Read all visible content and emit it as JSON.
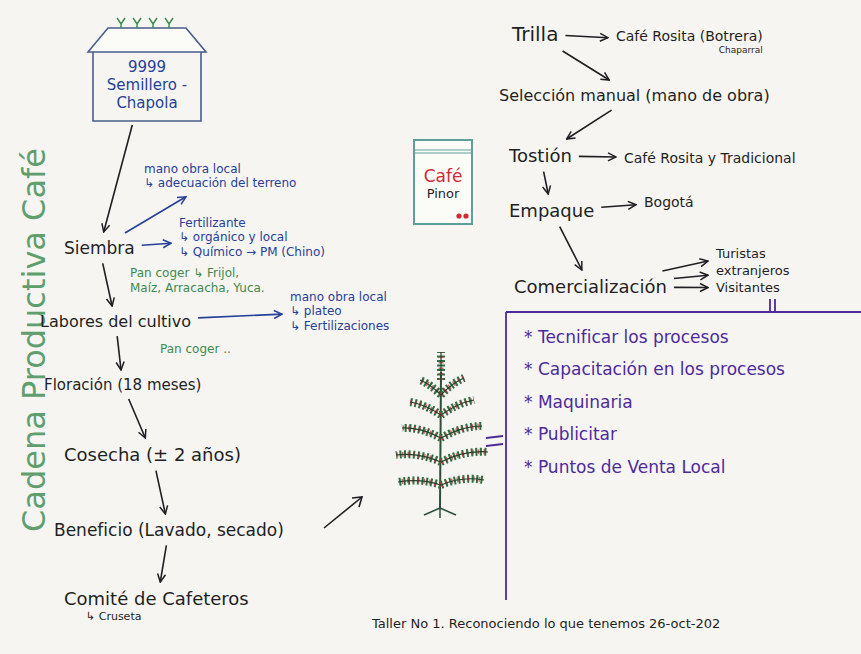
{
  "diagram": {
    "title": "Cadena Productiva Café",
    "caption": "Taller No 1. Reconociendo lo que tenemos 26-oct-202",
    "nodes": [
      {
        "text": [
          "9999",
          "Semillero -Chapola"
        ]
      },
      {
        "text": [
          "Siembra"
        ]
      },
      {
        "text": [
          "Labores del cultivo"
        ]
      },
      {
        "text": [
          "Floración (18 meses)"
        ]
      },
      {
        "text": [
          "Cosecha (± 2 años)"
        ]
      },
      {
        "text": [
          "Beneficio (Lavado, secado)"
        ]
      },
      {
        "text": [
          "Comité de Cafeteros",
          "↳ Cruseta"
        ]
      },
      {
        "text": [
          "Café",
          "Pinor"
        ]
      },
      {
        "text": [
          "Trilla"
        ]
      },
      {
        "text": [
          "Café Rosita (Botrera)",
          "Chaparral"
        ]
      },
      {
        "text": [
          "Selección manual (mano de obra)"
        ]
      },
      {
        "text": [
          "Tostión"
        ]
      },
      {
        "text": [
          "Café Rosita y Tradicional"
        ]
      },
      {
        "text": [
          "Empaque"
        ]
      },
      {
        "text": [
          "Bogotá"
        ]
      },
      {
        "text": [
          "Comercialización"
        ]
      },
      {
        "text": [
          "Turistas"
        ]
      },
      {
        "text": [
          "extranjeros"
        ]
      },
      {
        "text": [
          "Visitantes"
        ]
      },
      {
        "text": [
          "mano obra local",
          "↳ adecuación del terreno"
        ]
      },
      {
        "text": [
          "Fertilizante",
          "↳ orgánico y local",
          "↳ Químico → PM (Chino)"
        ]
      },
      {
        "text": [
          "mano obra local",
          "↳ plateo",
          "↳ Fertilizaciones"
        ]
      },
      {
        "text": [
          "* Tecnificar los procesos",
          "* Capacitación en los procesos",
          "* Maquinaria",
          "* Publicitar",
          "* Puntos de Venta Local"
        ]
      }
    ],
    "edges": [
      {
        "from": 0,
        "to": 1,
        "arrow": "to"
      },
      {
        "from": 1,
        "to": 2,
        "arrow": "to"
      },
      {
        "from": 2,
        "to": 3,
        "arrow": "to"
      },
      {
        "from": 3,
        "to": 4,
        "arrow": "to"
      },
      {
        "from": 4,
        "to": 5,
        "arrow": "to"
      },
      {
        "from": 5,
        "to": 6,
        "arrow": "to"
      },
      {
        "from": 1,
        "to": 19,
        "arrow": "to"
      },
      {
        "from": 1,
        "to": 20,
        "arrow": "to"
      },
      {
        "from": 2,
        "to": 21,
        "arrow": "to"
      },
      {
        "from": 8,
        "to": 9,
        "arrow": "to"
      },
      {
        "from": 8,
        "to": 10,
        "arrow": "to"
      },
      {
        "from": 10,
        "to": 11,
        "arrow": "to"
      },
      {
        "from": 11,
        "to": 12,
        "arrow": "to"
      },
      {
        "from": 11,
        "to": 13,
        "arrow": "to"
      },
      {
        "from": 13,
        "to": 14,
        "arrow": "to"
      },
      {
        "from": 13,
        "to": 15,
        "arrow": "to"
      },
      {
        "from": 15,
        "to": 16,
        "arrow": "to"
      },
      {
        "from": 15,
        "to": 17,
        "arrow": "to"
      },
      {
        "from": 15,
        "to": 18,
        "arrow": "to"
      }
    ],
    "labels": [
      "Pan coger ↳ Frijol, Maíz, Arracacha, Yuca.",
      "Pan coger .."
    ]
  }
}
